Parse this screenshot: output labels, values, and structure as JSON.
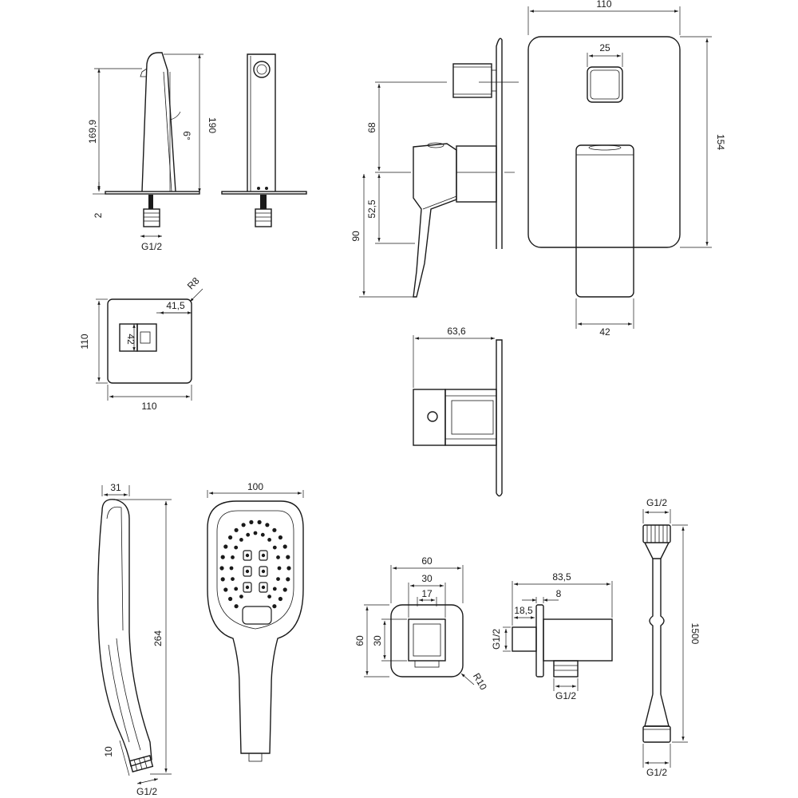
{
  "dimensions": {
    "spout_height": "169,9",
    "spout_total_height": "190",
    "spout_angle": "6°",
    "spout_plate_thickness": "2",
    "spout_thread": "G1/2",
    "spout_plate_radius": "R8",
    "spout_plate_offset": "41,5",
    "spout_plate_height": "110",
    "spout_plate_width": "110",
    "spout_outlet_width": "42",
    "mixer_plate_width": "110",
    "mixer_button_width": "25",
    "mixer_plate_height": "154",
    "mixer_handle_width": "42",
    "mixer_upper_offset": "68",
    "mixer_lower_offset": "52,5",
    "mixer_total_offset": "90",
    "mixer_depth": "63,6",
    "handshower_depth": "31",
    "handshower_width": "100",
    "handshower_length": "264",
    "handshower_neck": "10",
    "handshower_thread": "G1/2",
    "wallconn_width": "60",
    "wallconn_inner_width": "30",
    "wallconn_outlet_width": "17",
    "wallconn_height": "60",
    "wallconn_inner_height": "30",
    "wallconn_radius": "R10",
    "wallconn_depth": "83,5",
    "wallconn_plate_thickness": "8",
    "wallconn_body_offset": "18,5",
    "wallconn_thread_inlet": "G1/2",
    "wallconn_thread_outlet": "G1/2",
    "hose_thread_top": "G1/2",
    "hose_length": "1500",
    "hose_thread_bottom": "G1/2"
  },
  "colors": {
    "line": "#1a1a1a",
    "background": "#ffffff"
  }
}
